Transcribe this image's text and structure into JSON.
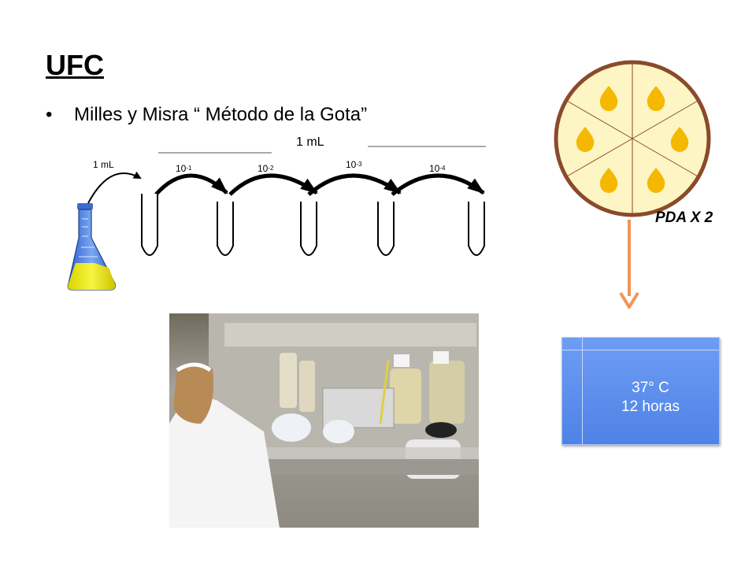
{
  "slide": {
    "title": "UFC",
    "bullet": "Milles y Misra “ Método de la Gota”"
  },
  "dilution": {
    "flask_transfer_label": "1 mL",
    "transfer_volume_label": "1 mL",
    "tube_count": 5,
    "dilutions": [
      {
        "base": "10",
        "exponent": "-1"
      },
      {
        "base": "10",
        "exponent": "-2"
      },
      {
        "base": "10",
        "exponent": "-3"
      },
      {
        "base": "10",
        "exponent": "-4"
      }
    ]
  },
  "plate": {
    "label": "PDA X 2",
    "drop_count": 6,
    "sector_count": 6
  },
  "incubation": {
    "temperature": "37° C",
    "time": "12 horas"
  },
  "colors": {
    "plate_rim": "#8b4a2b",
    "plate_fill": "#fdf5c4",
    "drop": "#f5b800",
    "arrow": "#f0955a",
    "box": "#5b8ef0",
    "flask_liquid": "#e8e81a"
  }
}
